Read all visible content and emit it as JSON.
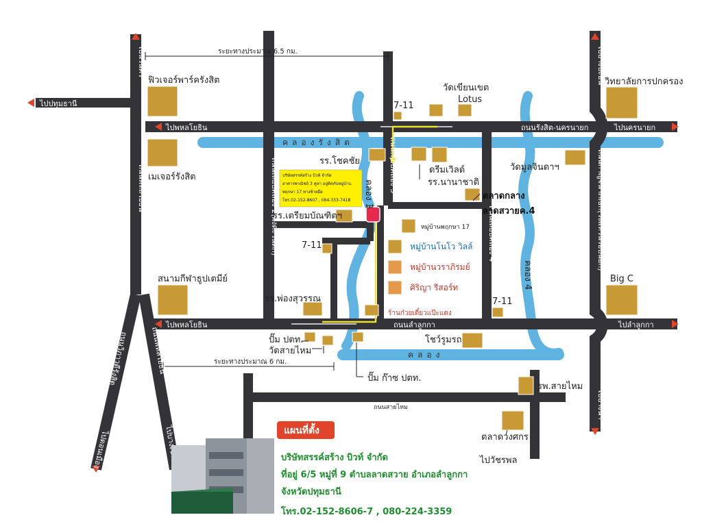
{
  "colors": {
    "road": "#333338",
    "canal": "#5fb3e0",
    "landmark": "#c89a35",
    "highlight_landmark": "#e59a4a",
    "marker": "#e8294f",
    "route": "#f1e02a",
    "note_bg": "#ffef00",
    "arrow": "#e0442a",
    "company_text": "#1e8f2e"
  },
  "distances": {
    "top": "ระยะทางประมาณ 6.5 กม.",
    "bottom": "ระยะทางประมาณ 6 กม."
  },
  "arrows": {
    "to_pathum_thani": "ไปปทุมธานี",
    "to_nava_nakorn": "ไปนวนคร",
    "to_bang_prain": "ไปบางปะอิน",
    "to_nakhon_nayok": "ไปนครนายก",
    "to_lam_luk_ka": "ไปลำลูกกา",
    "to_bangna": "ไปบางนา",
    "to_don_mueang": "ไปดอนเมือง",
    "to_bangkhen": "ไปบางเขน",
    "to_watcharaphon": "ไปวัชรพล"
  },
  "roads": {
    "phahonyothin_top": "ไปพหลโยธิน",
    "rangsit_nakhon_nayok": "ถนนรังสิต-นครนายก",
    "phahonyothin_vertical": "ถนนพหลโยธิน",
    "phahonyothin_bottom": "ไปพหลโยธิน",
    "lam_luk_ka": "ถนนลำลูกกา",
    "sai_mai": "ถนนสายไหม",
    "liap_khlong_2": "ถนนเลียบคลอง 2(ฝั่งตะวันตก)",
    "liap_khlong_3": "ถนนเลียบคลอง 3",
    "liap_khlong_4": "ถนนเลียบคลอง 4",
    "kanchanaphisek": "ถนนกาญจนาภิเษก(วงแหวนรอบนอก)",
    "wiphawadi": "ถนนวิภาวดีรังสิต",
    "phahonyothin_south": "ถนนพหลโยธิน"
  },
  "canals": {
    "rangsit": "คลองรังสิต",
    "khlong_3": "คลอง 3",
    "khlong_4": "คลอง 4",
    "khlong": "คลอง"
  },
  "landmarks": {
    "future_park": "ฟิวเจอร์พาร์ครังสิต",
    "major_rangsit": "เมเจอร์รังสิต",
    "stadium": "สนามกีฬาธูปเตมีย์",
    "wat_khian_khet": "วัดเขียนเขต",
    "lotus": "Lotus",
    "seven_eleven": "7-11",
    "college": "วิทยาลัยการปกครอง",
    "chokchai_school": "รร.โชคชัย",
    "dreamworld": "ดรีมเวิลด์",
    "nanachat_school": "รร.นานาชาติ",
    "wat_mun_chinda": "วัดมูลจินดาฯ",
    "talat_klang": "ตลาดกลาง",
    "lat_sawai": "ลาดสวายค.4",
    "triam_school": "รร.เตรียมบัณฑิตฯ",
    "pruksa17": "หมู่บ้านพฤกษา 17",
    "novo_ville": "หมู่บ้านโนโว วิลล์",
    "warapirom": "หมู่บ้านวราภิรมย์",
    "sirinya": "ศิริญา รีสอร์ท",
    "noodle_shop": "ร้านก๋วยเตี๋ยวแป๊ะแดง",
    "phong_school": "รร.พ่องสุวรรณ",
    "ptt_pump": "ปั๊ม ปตท.",
    "wat_sai_mai": "วัดสายไหม",
    "gas_pump": "ปั๊ม ก๊าซ ปตท.",
    "showroom": "โชว์รูมรถ",
    "big_c": "Big C",
    "hospital": "รพ.สายไหม",
    "talat_wong": "ตลาดวงศกร"
  },
  "note": {
    "line1": "บริษัทสรรค์สร้าง บิวท์ จำกัด",
    "line2": "อาคารพาณิชย์ 3 คูหา อยู่ติดกับหมู่บ้าน",
    "line3": "พฤกษา 17 ทางซ้ายมือ",
    "line4": "โทร.02-152-8607 , 084-333-7418"
  },
  "plan_label": "แผนที่ตั้ง",
  "company": {
    "name": "บริษัทสรรค์สร้าง บิวท์ จำกัด",
    "address1": "ที่อยู่ 6/5 หมู่ที่ 9  ตำบลลาดสวาย  อำเภอลำลูกกา",
    "address2": "จังหวัดปทุมธานี",
    "phone": "โทร.02-152-8606-7 , 080-224-3359"
  }
}
